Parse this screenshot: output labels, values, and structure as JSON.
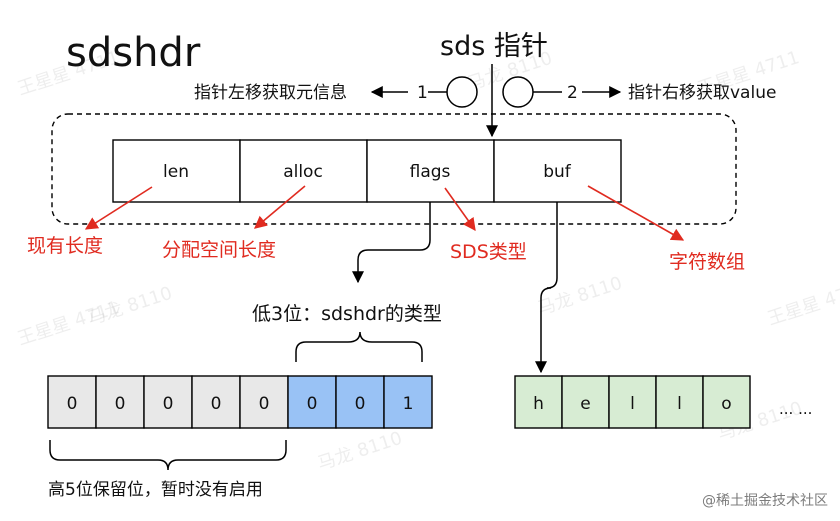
{
  "title": "sdshdr",
  "pointer_label": "sds 指针",
  "left_move": {
    "label": "指针左移获取元信息",
    "step": "1"
  },
  "right_move": {
    "label": "指针右移获取value",
    "step": "2"
  },
  "header_fields": [
    {
      "label": "len",
      "note": "现有长度"
    },
    {
      "label": "alloc",
      "note": "分配空间长度"
    },
    {
      "label": "flags",
      "note": "SDS类型"
    },
    {
      "label": "buf",
      "note": "字符数组"
    }
  ],
  "low_bits_label": "低3位：sdshdr的类型",
  "high_bits_label": "高5位保留位，暂时没有启用",
  "flag_bits": [
    "0",
    "0",
    "0",
    "0",
    "0",
    "0",
    "0",
    "1"
  ],
  "buf_chars": [
    "h",
    "e",
    "l",
    "l",
    "o"
  ],
  "ellipsis": "... ...",
  "watermarks": [
    "王星星 4711",
    "马龙 8110"
  ],
  "footer_credit": "@稀土掘金技术社区",
  "colors": {
    "reserved_bits": "#e8e8e8",
    "type_bits": "#99c2f5",
    "buf_cells": "#d7ecd3",
    "annotation": "#e02b20"
  }
}
